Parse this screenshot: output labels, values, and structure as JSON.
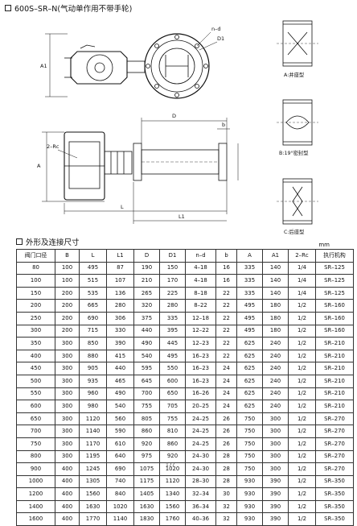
{
  "section1": {
    "title": "600S–SR–N(气动单作用不带手轮)"
  },
  "section2": {
    "title": "外形及连接尺寸"
  },
  "drawing": {
    "labels": {
      "nd": "n–d",
      "D1": "D1",
      "A1": "A1",
      "D": "D",
      "A": "A",
      "L": "L",
      "L1": "L1",
      "b": "b",
      "rc": "2–Rc"
    },
    "captions": {
      "a": "A:并座型",
      "b": "B:19°密封型",
      "c": "C:后座型"
    }
  },
  "table": {
    "unit": "mm",
    "columns": [
      "阀门口径",
      "B",
      "L",
      "L1",
      "D",
      "D1",
      "n–d",
      "b",
      "A",
      "A1",
      "2–Rc",
      "执行机构"
    ],
    "rows": [
      [
        "80",
        "100",
        "495",
        "87",
        "190",
        "150",
        "4–18",
        "16",
        "335",
        "140",
        "1/4",
        "SR–125"
      ],
      [
        "100",
        "100",
        "515",
        "107",
        "210",
        "170",
        "4–18",
        "16",
        "335",
        "140",
        "1/4",
        "SR–125"
      ],
      [
        "150",
        "200",
        "535",
        "136",
        "265",
        "225",
        "8–18",
        "22",
        "335",
        "140",
        "1/4",
        "SR–125"
      ],
      [
        "200",
        "200",
        "665",
        "280",
        "320",
        "280",
        "8–22",
        "22",
        "495",
        "180",
        "1/2",
        "SR–160"
      ],
      [
        "250",
        "200",
        "690",
        "306",
        "375",
        "335",
        "12–18",
        "22",
        "495",
        "180",
        "1/2",
        "SR–160"
      ],
      [
        "300",
        "200",
        "715",
        "330",
        "440",
        "395",
        "12–22",
        "22",
        "495",
        "180",
        "1/2",
        "SR–160"
      ],
      [
        "350",
        "300",
        "850",
        "390",
        "490",
        "445",
        "12–23",
        "22",
        "625",
        "240",
        "1/2",
        "SR–210"
      ],
      [
        "400",
        "300",
        "880",
        "415",
        "540",
        "495",
        "16–23",
        "22",
        "625",
        "240",
        "1/2",
        "SR–210"
      ],
      [
        "450",
        "300",
        "905",
        "440",
        "595",
        "550",
        "16–23",
        "24",
        "625",
        "240",
        "1/2",
        "SR–210"
      ],
      [
        "500",
        "300",
        "935",
        "465",
        "645",
        "600",
        "16–23",
        "24",
        "625",
        "240",
        "1/2",
        "SR–210"
      ],
      [
        "550",
        "300",
        "960",
        "490",
        "700",
        "650",
        "16–26",
        "24",
        "625",
        "240",
        "1/2",
        "SR–210"
      ],
      [
        "600",
        "300",
        "980",
        "540",
        "755",
        "705",
        "20–25",
        "24",
        "625",
        "240",
        "1/2",
        "SR–210"
      ],
      [
        "650",
        "300",
        "1120",
        "560",
        "805",
        "755",
        "24–25",
        "26",
        "750",
        "300",
        "1/2",
        "SR–270"
      ],
      [
        "700",
        "300",
        "1140",
        "590",
        "860",
        "810",
        "24–25",
        "26",
        "750",
        "300",
        "1/2",
        "SR–270"
      ],
      [
        "750",
        "300",
        "1170",
        "610",
        "920",
        "860",
        "24–25",
        "26",
        "750",
        "300",
        "1/2",
        "SR–270"
      ],
      [
        "800",
        "300",
        "1195",
        "640",
        "975",
        "920",
        "24–30",
        "28",
        "750",
        "300",
        "1/2",
        "SR–270"
      ],
      [
        "900",
        "400",
        "1245",
        "690",
        "1075",
        "1020",
        "24–30",
        "28",
        "750",
        "300",
        "1/2",
        "SR–270"
      ],
      [
        "1000",
        "400",
        "1305",
        "740",
        "1175",
        "1120",
        "28–30",
        "28",
        "930",
        "390",
        "1/2",
        "SR–350"
      ],
      [
        "1200",
        "400",
        "1560",
        "840",
        "1405",
        "1340",
        "32–34",
        "30",
        "930",
        "390",
        "1/2",
        "SR–350"
      ],
      [
        "1400",
        "400",
        "1630",
        "1020",
        "1630",
        "1560",
        "36–34",
        "32",
        "930",
        "390",
        "1/2",
        "SR–350"
      ],
      [
        "1600",
        "400",
        "1770",
        "1140",
        "1830",
        "1760",
        "40–36",
        "32",
        "930",
        "390",
        "1/2",
        "SR–350"
      ]
    ]
  },
  "page": {
    "number": "177"
  }
}
